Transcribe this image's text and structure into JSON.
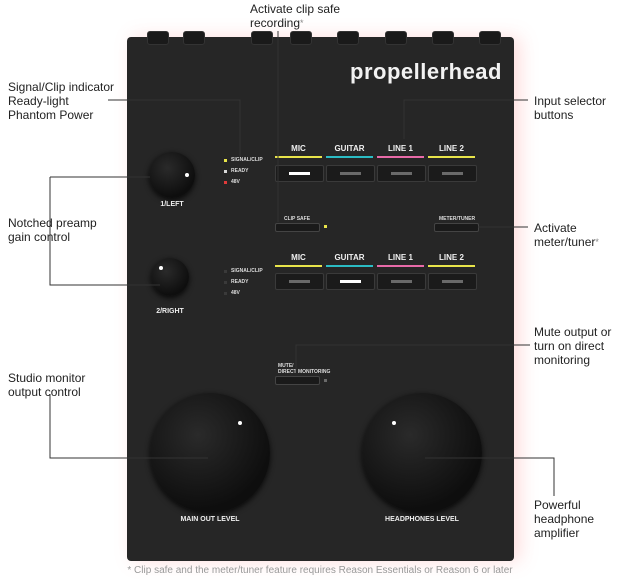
{
  "brand": "propellerhead",
  "callouts": {
    "clip_safe_recording": {
      "line1": "Activate clip safe",
      "line2": "recording",
      "star": "*"
    },
    "signal_indicator": {
      "line1": "Signal/Clip indicator",
      "line2": "Ready-light",
      "line3": "Phantom Power"
    },
    "input_selector": "Input selector buttons",
    "preamp_gain": {
      "line1": "Notched preamp",
      "line2": "gain control"
    },
    "meter_tuner": {
      "text": "Activate meter/tuner",
      "star": "*"
    },
    "mute_output": {
      "line1": "Mute output or",
      "line2": "turn on direct",
      "line3": "monitoring"
    },
    "studio_monitor": {
      "line1": "Studio monitor",
      "line2": "output control"
    },
    "headphone_amp": {
      "line1": "Powerful headphone",
      "line2": "amplifier"
    }
  },
  "device": {
    "channel1": {
      "knob_label": "1/LEFT",
      "leds": [
        {
          "label": "SIGNAL/CLIP",
          "color": "#e8e44a"
        },
        {
          "label": "READY",
          "color": "#d9d9d9"
        },
        {
          "label": "48V",
          "color": "#e03a3a"
        }
      ],
      "buttons": [
        {
          "label": "MIC",
          "color": "#e8e44a",
          "active": true
        },
        {
          "label": "GUITAR",
          "color": "#2bbcc4",
          "active": false
        },
        {
          "label": "LINE 1",
          "color": "#e86aa8",
          "active": false
        },
        {
          "label": "LINE 2",
          "color": "#e8e44a",
          "active": false
        }
      ]
    },
    "channel2": {
      "knob_label": "2/RIGHT",
      "leds": [
        {
          "label": "SIGNAL/CLIP",
          "color": "#3a3a3a"
        },
        {
          "label": "READY",
          "color": "#3a3a3a"
        },
        {
          "label": "48V",
          "color": "#3a3a3a"
        }
      ],
      "buttons": [
        {
          "label": "MIC",
          "color": "#e8e44a",
          "active": false
        },
        {
          "label": "GUITAR",
          "color": "#2bbcc4",
          "active": true
        },
        {
          "label": "LINE 1",
          "color": "#e86aa8",
          "active": false
        },
        {
          "label": "LINE 2",
          "color": "#e8e44a",
          "active": false
        }
      ]
    },
    "clip_safe_label": "CLIP SAFE",
    "meter_tuner_label": "METER/TUNER",
    "mute_label_line1": "MUTE/",
    "mute_label_line2": "DIRECT MONITORING",
    "main_out_label": "MAIN OUT LEVEL",
    "headphones_label": "HEADPHONES LEVEL"
  },
  "footnote": "* Clip safe and the meter/tuner feature requires Reason Essentials or Reason 6 or later"
}
